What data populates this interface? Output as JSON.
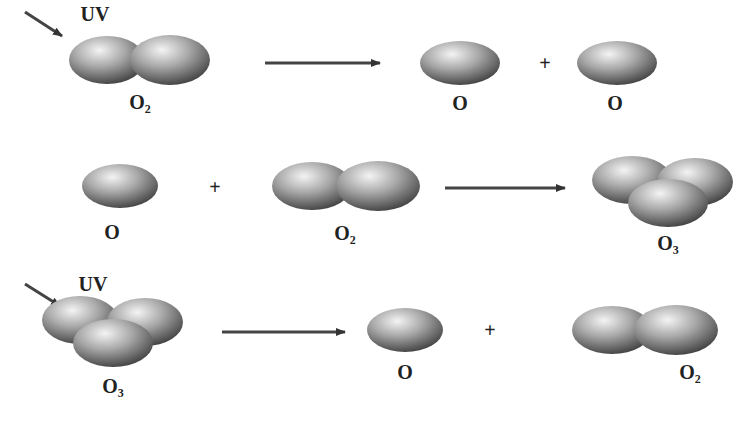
{
  "diagram": {
    "labels": [
      "UV",
      "O₂",
      "O",
      "+",
      "O",
      "O",
      "+",
      "O₂",
      "O₃",
      "UV",
      "O₃",
      "O",
      "+",
      "O₂"
    ]
  }
}
